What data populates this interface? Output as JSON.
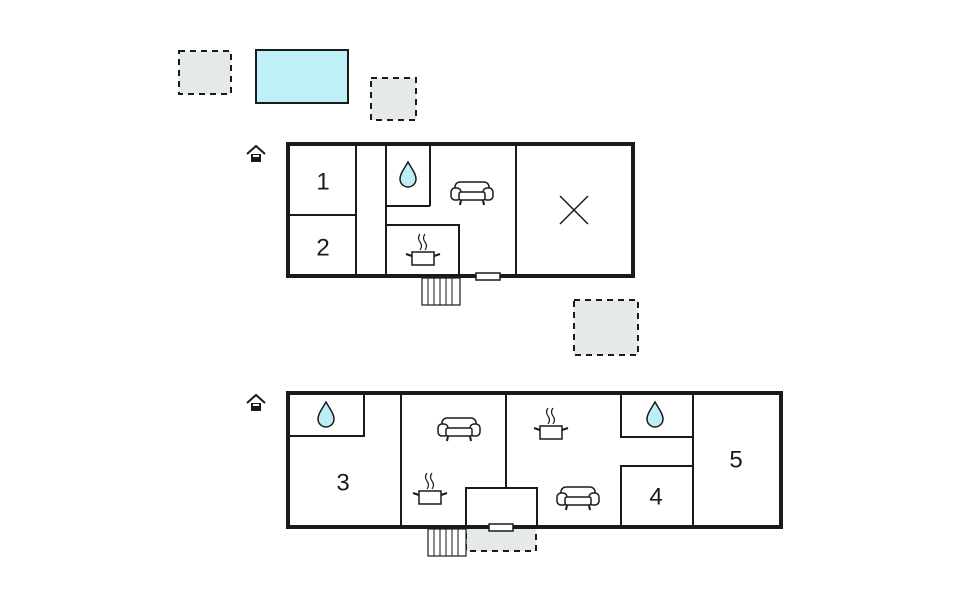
{
  "rooms": {
    "r1": "1",
    "r2": "2",
    "r3": "3",
    "r4": "4",
    "r5": "5"
  },
  "icons": [
    "house-entrance-icon",
    "water-drop-icon",
    "sofa-icon",
    "cooking-pot-icon",
    "cross-mark-icon",
    "stairs-icon",
    "door-icon"
  ],
  "colors": {
    "walls": "#1a1a1a",
    "pool": "#bff0f7",
    "outdoor_area": "#e6e9e9",
    "water_drop": "#bdeef5"
  }
}
